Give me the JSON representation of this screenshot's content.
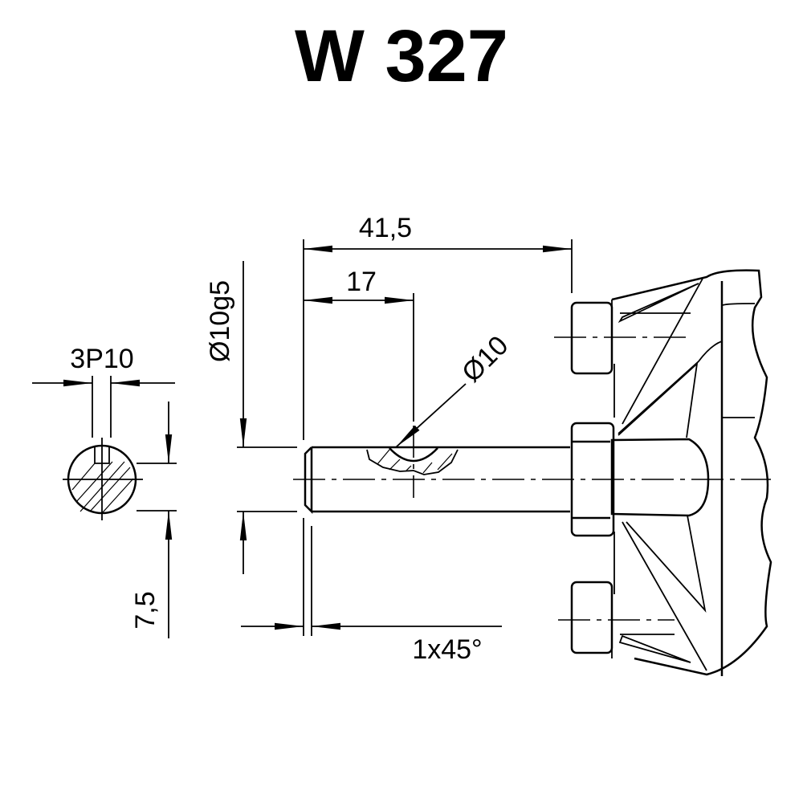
{
  "title": "W 327",
  "dimensions": {
    "overall_length": "41,5",
    "hole_position": "17",
    "hole_diameter": "Ø10",
    "shaft_diameter": "Ø10g5",
    "keyway_width": "3P10",
    "keyway_depth": "7,5",
    "chamfer": "1x45°"
  },
  "colors": {
    "line": "#000000",
    "background": "#ffffff"
  }
}
